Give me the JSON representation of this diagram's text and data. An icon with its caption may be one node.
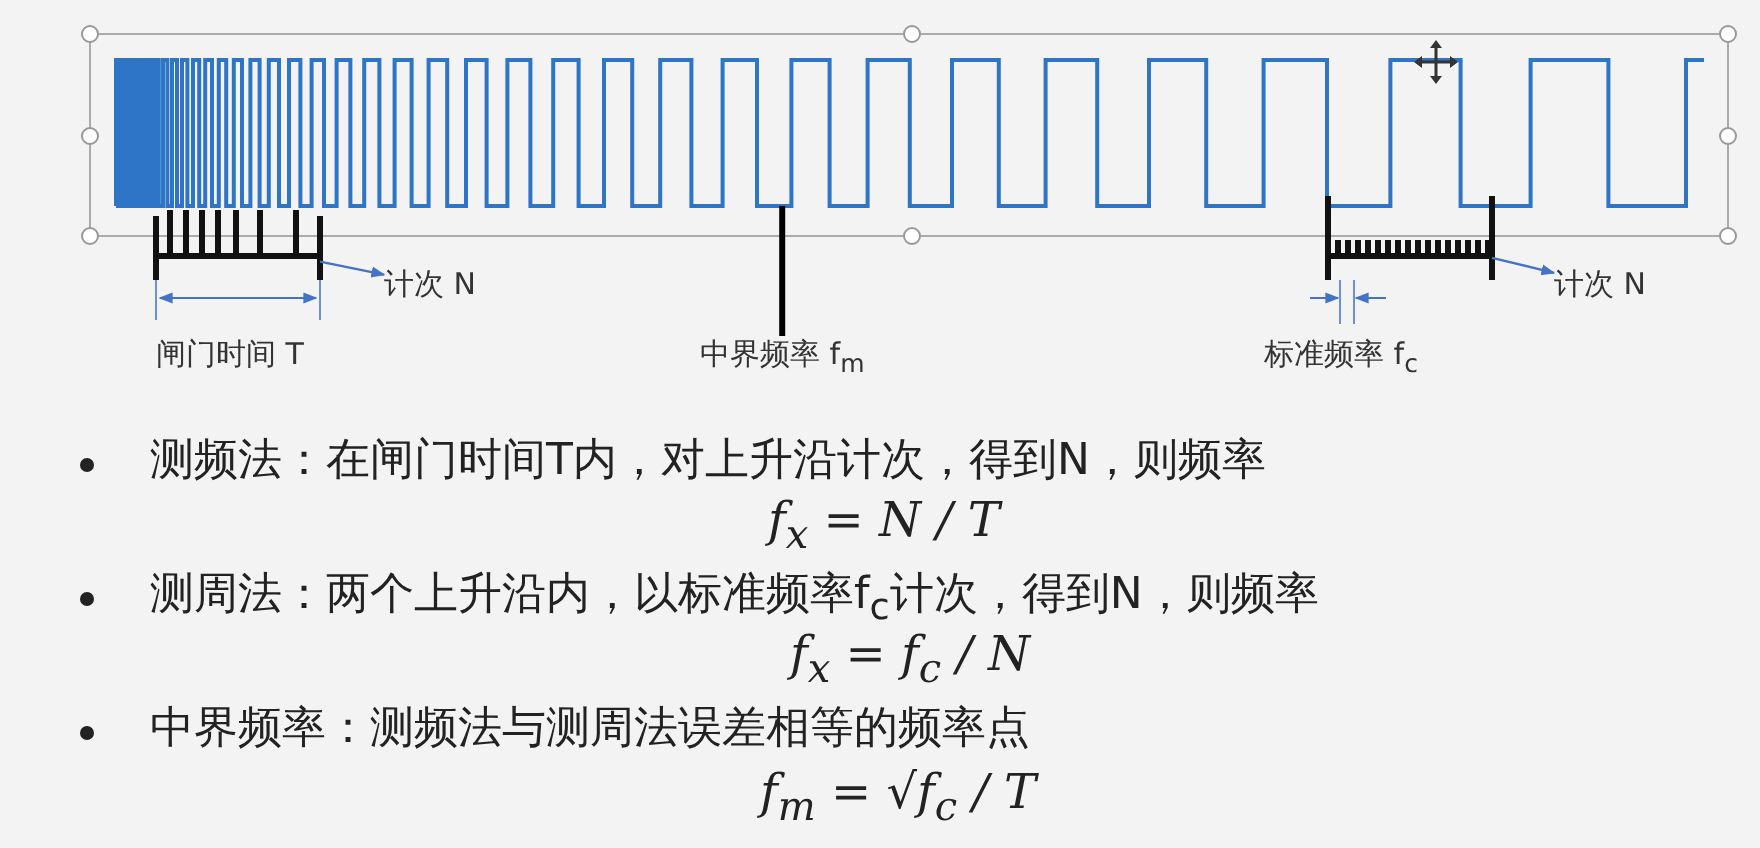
{
  "diagram": {
    "nodes": [
      {
        "text": [
          "计次 N"
        ]
      },
      {
        "text": [],
        "shape": "bar"
      },
      {
        "text": [
          "计次 N"
        ]
      },
      {
        "text": [],
        "shape": "bar"
      },
      {
        "text": [
          "中界频率 f$_{m}$"
        ]
      }
    ],
    "edges": [
      {
        "from": 1,
        "to": 0,
        "arrow": "to"
      },
      {
        "from": 3,
        "to": 2,
        "arrow": "to"
      },
      {
        "from": 4,
        "to": null,
        "arrow": "none",
        "style": "thick",
        "color": "#000000"
      }
    ],
    "labels": [
      "闸门时间 T",
      "标准频率 f$_{c}$",
      "测频法：在闸门时间T内，对上升沿计次，得到N，则频率",
      "f$_{x}$ = N / T",
      "测周法：两个上升沿内，以标准频率f$_{c}$计次，得到N，则频率",
      "f$_{x}$ = f$_{c}$ / N",
      "中界频率：测频法与测周法误差相等的频率点",
      "f$_{m}$ = √f$_{c}$ / T"
    ]
  }
}
